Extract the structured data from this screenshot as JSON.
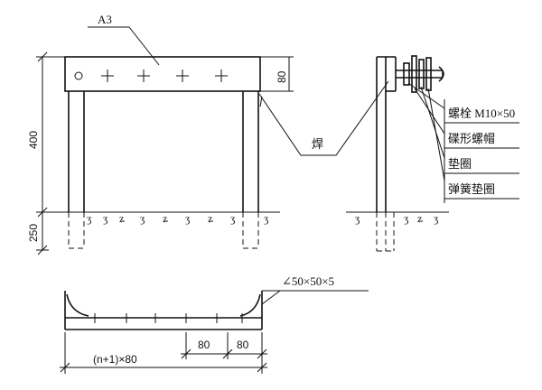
{
  "labels": {
    "material": "A3",
    "weld": "焊",
    "angle_steel": "∠50×50×5"
  },
  "dimensions": {
    "height_main": "400",
    "height_buried": "250",
    "bracket_height": "80",
    "spacing_1": "80",
    "spacing_2": "80",
    "total_length": "(n+1)×80"
  },
  "parts_list": [
    "螺栓 M10×50",
    "碟形螺帽",
    "垫圈",
    "弹簧垫圈"
  ]
}
